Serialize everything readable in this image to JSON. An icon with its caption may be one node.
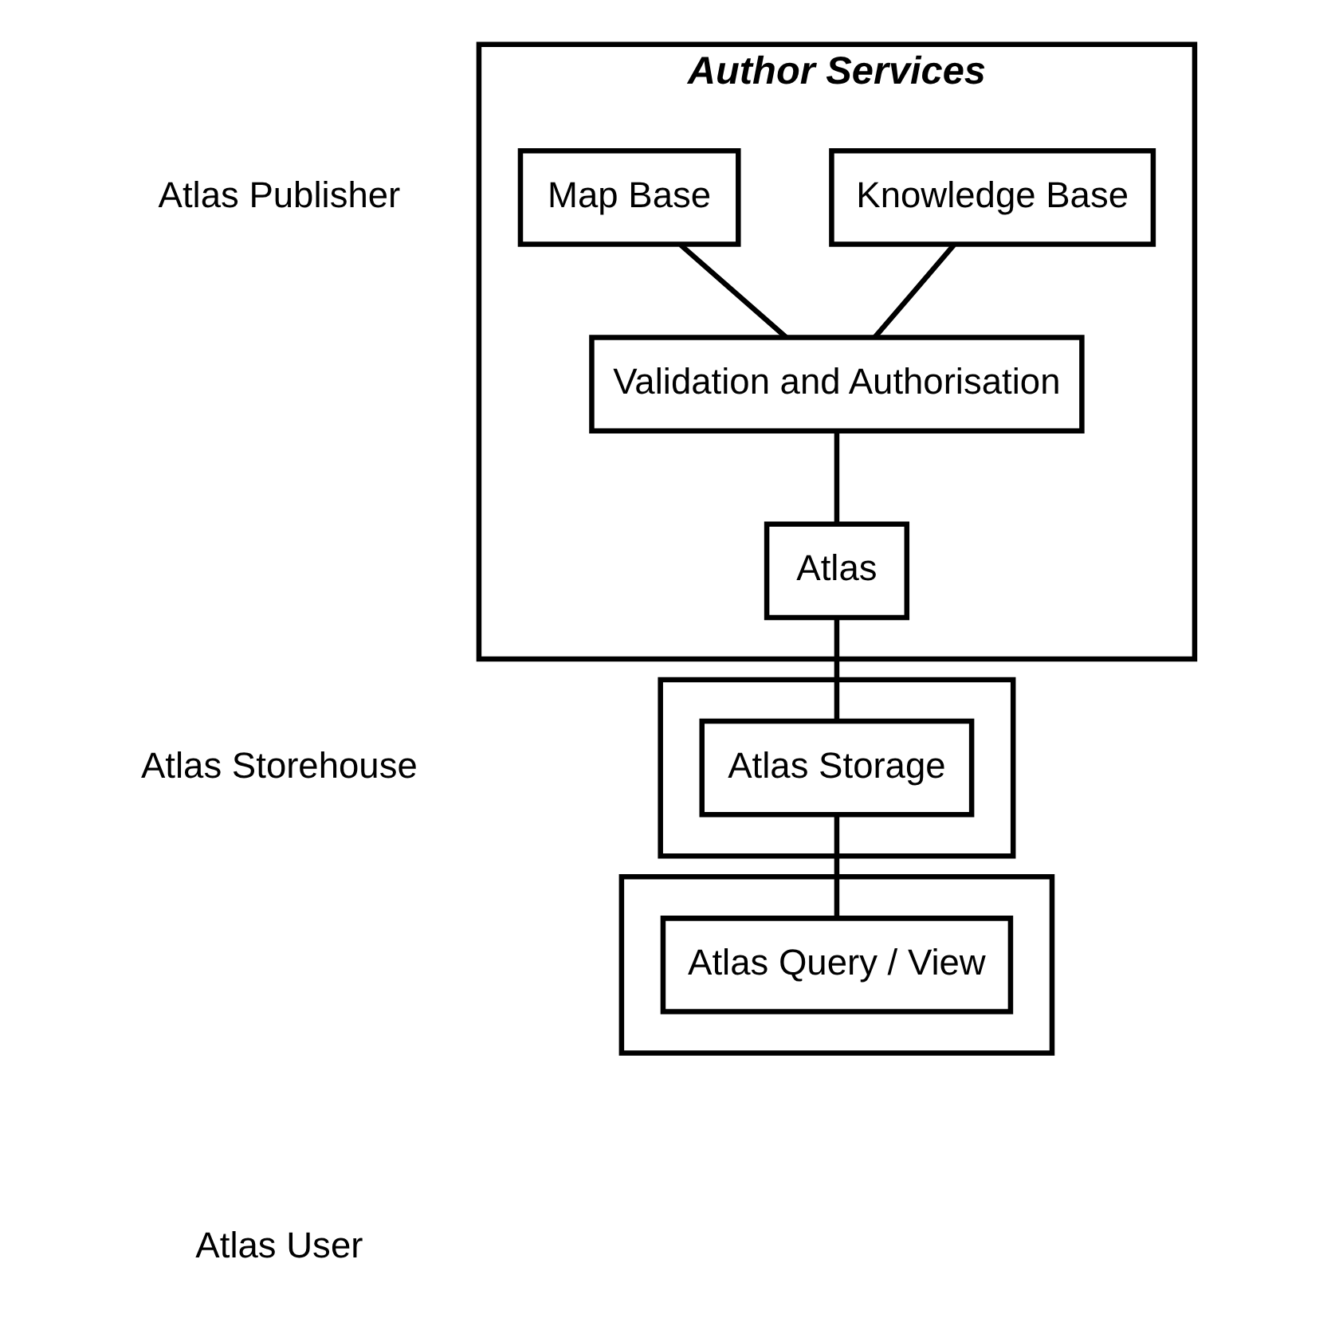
{
  "diagram": {
    "nodes": [
      {
        "text": [
          "Author Services"
        ]
      },
      {
        "text": [
          "Map Base"
        ],
        "in": 0
      },
      {
        "text": [
          "Knowledge Base"
        ],
        "in": 0
      },
      {
        "text": [
          "Validation and Authorisation"
        ],
        "in": 0
      },
      {
        "text": [
          "Atlas"
        ],
        "in": 0
      },
      {
        "text": [],
        "shape": "box"
      },
      {
        "text": [
          "Atlas Storage"
        ],
        "in": 5
      },
      {
        "text": [],
        "shape": "box"
      },
      {
        "text": [
          "Atlas Query / View"
        ],
        "in": 7
      }
    ],
    "edges": [
      {
        "from": 1,
        "to": 3,
        "arrow": "none"
      },
      {
        "from": 2,
        "to": 3,
        "arrow": "none"
      },
      {
        "from": 3,
        "to": 4,
        "arrow": "none"
      },
      {
        "from": 4,
        "to": 6,
        "arrow": "none"
      },
      {
        "from": 6,
        "to": 8,
        "arrow": "none"
      }
    ],
    "labels": [
      "Atlas Publisher",
      "Atlas Storehouse",
      "Atlas User"
    ]
  }
}
